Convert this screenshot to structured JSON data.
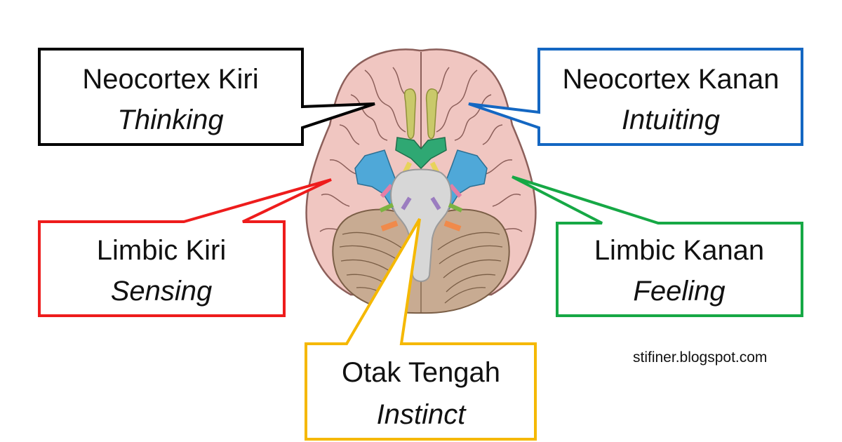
{
  "callouts": {
    "neocortex_left": {
      "title": "Neocortex Kiri",
      "subtitle": "Thinking",
      "color": "#000000"
    },
    "neocortex_right": {
      "title": "Neocortex Kanan",
      "subtitle": "Intuiting",
      "color": "#1467c2"
    },
    "limbic_left": {
      "title": "Limbic Kiri",
      "subtitle": "Sensing",
      "color": "#ee1c1c"
    },
    "limbic_right": {
      "title": "Limbic Kanan",
      "subtitle": "Feeling",
      "color": "#16a845"
    },
    "midbrain": {
      "title": "Otak Tengah",
      "subtitle": "Instinct",
      "color": "#f5b800"
    }
  },
  "credit": "stifiner.blogspot.com",
  "brain_colors": {
    "cortex": "#f0c6c1",
    "cortex_line": "#8c5f5a",
    "cerebellum": "#c8ab92",
    "cerebellum_line": "#7a5e46",
    "brainstem": "#d7d7d7",
    "olfactory": "#c9c96a",
    "optic_chiasm": "#2fa873",
    "temporal_vessels": "#4fa8d8"
  }
}
